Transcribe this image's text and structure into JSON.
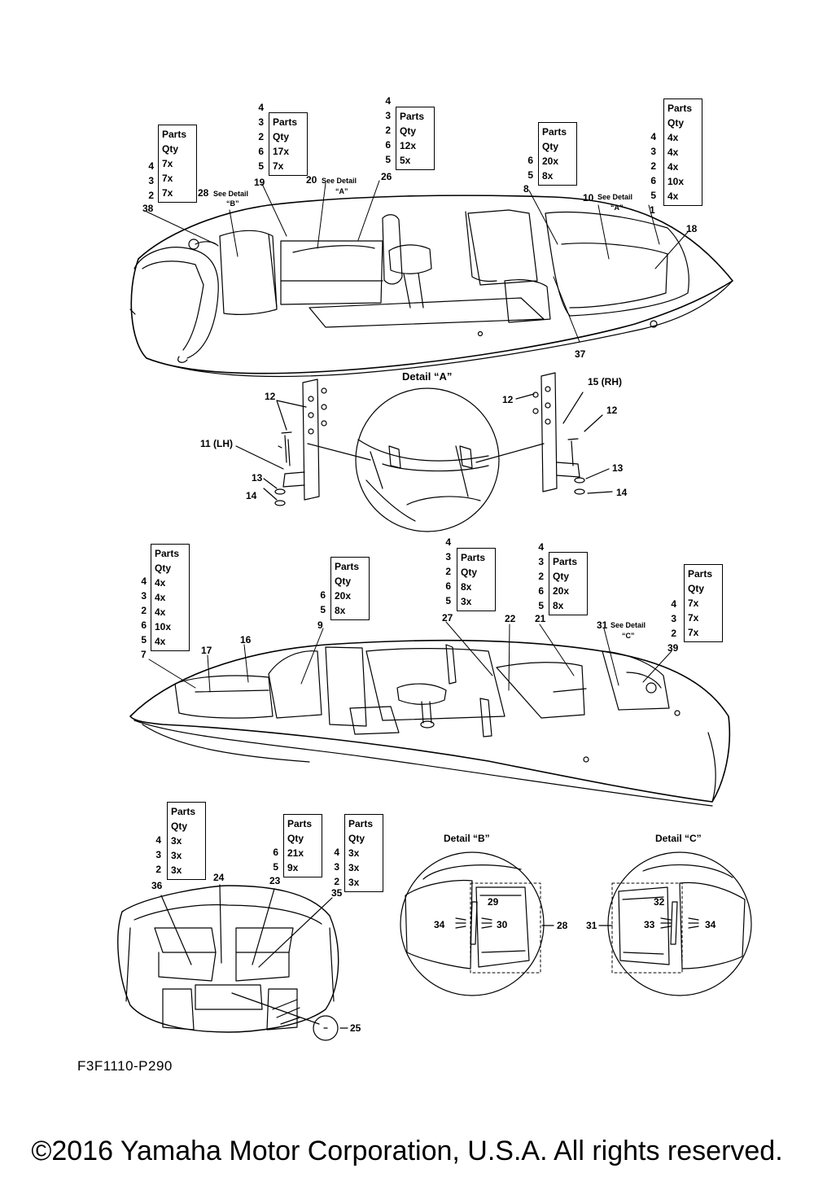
{
  "parts_tables": [
    {
      "id": "t1",
      "header": [
        "Parts",
        "Qty"
      ],
      "refs": [
        "4",
        "3",
        "2"
      ],
      "qty": [
        "7x",
        "7x",
        "7x"
      ]
    },
    {
      "id": "t2",
      "header": [
        "Parts",
        "Qty"
      ],
      "refs": [
        "4",
        "3",
        "2",
        "6",
        "5"
      ],
      "qty": [
        "17x",
        "7x"
      ]
    },
    {
      "id": "t3",
      "header": [
        "Parts",
        "Qty"
      ],
      "refs": [
        "4",
        "3",
        "2",
        "6",
        "5"
      ],
      "qty": [
        "12x",
        "5x"
      ]
    },
    {
      "id": "t4",
      "header": [
        "Parts",
        "Qty"
      ],
      "refs": [
        "6",
        "5"
      ],
      "qty": [
        "20x",
        "8x"
      ]
    },
    {
      "id": "t5",
      "header": [
        "Parts",
        "Qty"
      ],
      "refs": [
        "4",
        "3",
        "2",
        "6",
        "5"
      ],
      "qty": [
        "4x",
        "4x",
        "4x",
        "10x",
        "4x"
      ]
    },
    {
      "id": "t6",
      "header": [
        "Parts",
        "Qty"
      ],
      "refs": [
        "4",
        "3",
        "2",
        "6",
        "5"
      ],
      "qty": [
        "4x",
        "4x",
        "4x",
        "10x",
        "4x"
      ]
    },
    {
      "id": "t7",
      "header": [
        "Parts",
        "Qty"
      ],
      "refs": [
        "6",
        "5"
      ],
      "qty": [
        "20x",
        "8x"
      ]
    },
    {
      "id": "t8",
      "header": [
        "Parts",
        "Qty"
      ],
      "refs": [
        "4",
        "3",
        "2",
        "6",
        "5"
      ],
      "qty": [
        "8x",
        "3x"
      ]
    },
    {
      "id": "t9",
      "header": [
        "Parts",
        "Qty"
      ],
      "refs": [
        "4",
        "3",
        "2",
        "6",
        "5"
      ],
      "qty": [
        "20x",
        "8x"
      ]
    },
    {
      "id": "t10",
      "header": [
        "Parts",
        "Qty"
      ],
      "refs": [
        "4",
        "3",
        "2"
      ],
      "qty": [
        "7x",
        "7x",
        "7x"
      ]
    },
    {
      "id": "t11",
      "header": [
        "Parts",
        "Qty"
      ],
      "refs": [
        "4",
        "3",
        "2"
      ],
      "qty": [
        "3x",
        "3x",
        "3x"
      ]
    },
    {
      "id": "t12",
      "header": [
        "Parts",
        "Qty"
      ],
      "refs": [
        "6",
        "5"
      ],
      "qty": [
        "21x",
        "9x"
      ]
    },
    {
      "id": "t13",
      "header": [
        "Parts",
        "Qty"
      ],
      "refs": [
        "4",
        "3",
        "2"
      ],
      "qty": [
        "3x",
        "3x",
        "3x"
      ]
    }
  ],
  "callouts": {
    "c38": "38",
    "c28": "28",
    "see_detail": "See Detail",
    "detail_b_q": "“B”",
    "detail_a_q": "“A”",
    "detail_c_q": "“C”",
    "c19": "19",
    "c20": "20",
    "c26": "26",
    "c8": "8",
    "c10": "10",
    "c1": "1",
    "c18": "18",
    "c37": "37",
    "c12a": "12",
    "c11": "11 (LH)",
    "c13a": "13",
    "c14a": "14",
    "c12b": "12",
    "c15": "15 (RH)",
    "c12c": "12",
    "c13b": "13",
    "c14b": "14",
    "c7": "7",
    "c17": "17",
    "c16": "16",
    "c9": "9",
    "c27": "27",
    "c22": "22",
    "c21": "21",
    "c31": "31",
    "c39": "39",
    "c36": "36",
    "c24": "24",
    "c23": "23",
    "c35": "35",
    "c25": "25",
    "c29": "29",
    "c30": "30",
    "c34a": "34",
    "c28b": "28",
    "c31b": "31",
    "c32": "32",
    "c33": "33",
    "c34b": "34"
  },
  "details": {
    "a": "Detail “A”",
    "b": "Detail “B”",
    "c": "Detail “C”"
  },
  "drawing_code": "F3F1110-P290",
  "copyright": "©2016 Yamaha Motor Corporation, U.S.A. All rights reserved."
}
